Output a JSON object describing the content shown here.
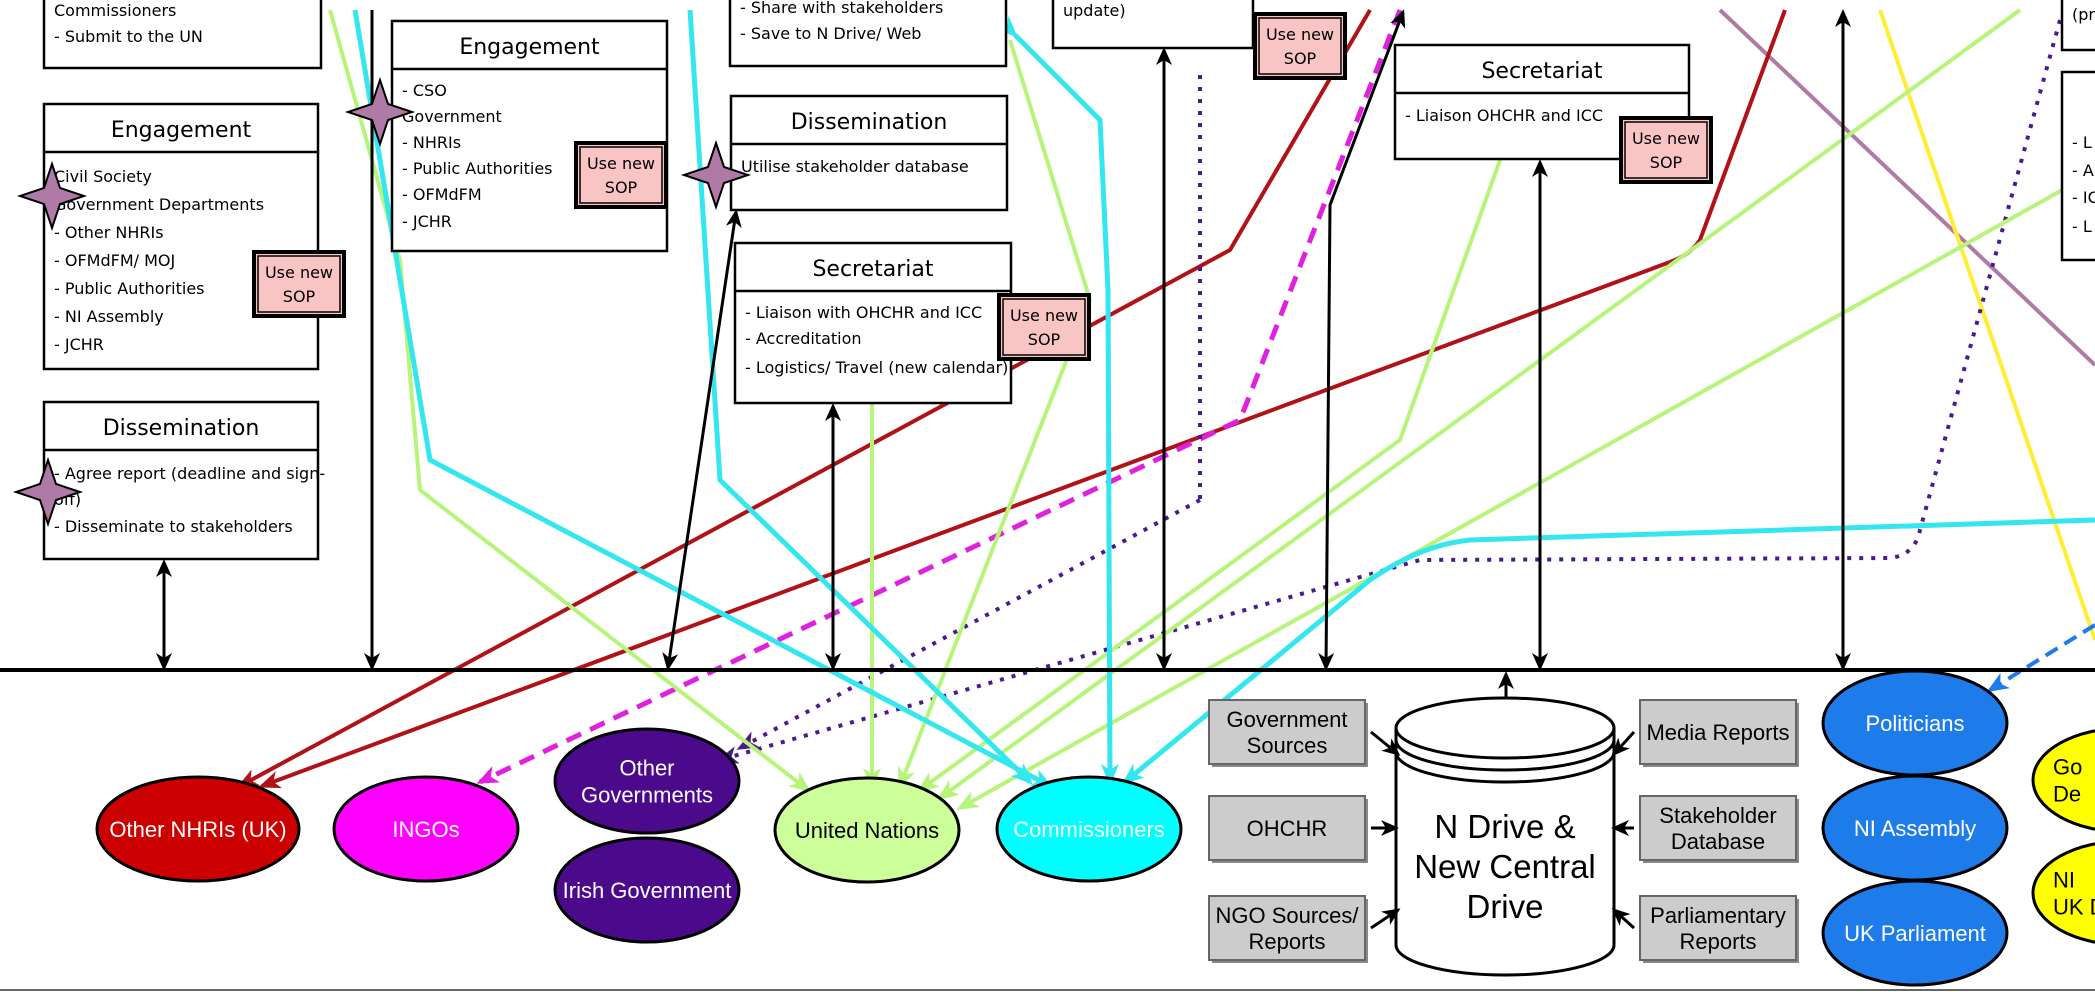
{
  "sop_label_line1": "Use new",
  "sop_label_line2": "SOP",
  "boxes": {
    "top_left_partial": {
      "items": [
        "Commissioners",
        "- Submit to the UN"
      ]
    },
    "engagement_left": {
      "title": "Engagement",
      "items": [
        "Civil Society",
        "Government Departments",
        "- Other NHRIs",
        "- OFMdFM/ MOJ",
        "- Public Authorities",
        "- NI Assembly",
        "- JCHR"
      ]
    },
    "dissemination_left": {
      "title": "Dissemination",
      "items": [
        "- Agree report (deadline and sign-",
        "off)",
        "- Disseminate to stakeholders"
      ]
    },
    "engagement_mid": {
      "title": "Engagement",
      "items": [
        "- CSO",
        "Government",
        "- NHRIs",
        "- Public Authorities",
        "- OFMdFM",
        "- JCHR"
      ]
    },
    "share_partial": {
      "items": [
        "- Share with stakeholders",
        "- Save to N Drive/ Web"
      ]
    },
    "dissemination_mid": {
      "title": "Dissemination",
      "items": [
        "Utilise stakeholder database"
      ]
    },
    "secretariat_mid": {
      "title": "Secretariat",
      "items": [
        "- Liaison with OHCHR and ICC",
        "- Accreditation",
        "- Logistics/ Travel (new calendar)"
      ]
    },
    "update_partial": {
      "items": [
        "update)"
      ]
    },
    "secretariat_right": {
      "title": "Secretariat",
      "items": [
        "- Liaison OHCHR and ICC"
      ]
    },
    "far_right_partial_top": {
      "items": [
        "(pr"
      ]
    },
    "far_right_partial": {
      "items": [
        "- L",
        "- A",
        "- IC",
        "- L"
      ]
    }
  },
  "stakeholders": [
    {
      "id": "other-nhris",
      "label": "Other NHRIs (UK)",
      "color": "#cc0000"
    },
    {
      "id": "ingos",
      "label": "INGOs",
      "color": "#ff00ff"
    },
    {
      "id": "other-governments",
      "label": [
        "Other",
        "Governments"
      ],
      "color": "#4b0a8c"
    },
    {
      "id": "irish-government",
      "label": "Irish Government",
      "color": "#4b0a8c"
    },
    {
      "id": "united-nations",
      "label": "United Nations",
      "color": "#ccff99"
    },
    {
      "id": "commissioners",
      "label": "Commissioners",
      "color": "#00ffff"
    },
    {
      "id": "politicians",
      "label": "Politicians",
      "color": "#1e7bea"
    },
    {
      "id": "ni-assembly",
      "label": "NI Assembly",
      "color": "#1e7bea"
    },
    {
      "id": "uk-parliament",
      "label": "UK Parliament",
      "color": "#1e7bea"
    },
    {
      "id": "gov-departments-partial",
      "label": [
        "Go",
        "De"
      ],
      "color": "#ffff00"
    },
    {
      "id": "ni-uk-partial",
      "label": [
        "NI",
        "UK D"
      ],
      "color": "#ffff00"
    }
  ],
  "database": {
    "label": [
      "N Drive &",
      "New Central",
      "Drive"
    ]
  },
  "sources": {
    "left": [
      {
        "id": "government-sources",
        "label": [
          "Government",
          "Sources"
        ]
      },
      {
        "id": "ohchr",
        "label": [
          "OHCHR"
        ]
      },
      {
        "id": "ngo-sources",
        "label": [
          "NGO Sources/",
          "Reports"
        ]
      }
    ],
    "right": [
      {
        "id": "media-reports",
        "label": [
          "Media Reports"
        ]
      },
      {
        "id": "stakeholder-database",
        "label": [
          "Stakeholder",
          "Database"
        ]
      },
      {
        "id": "parliamentary-reports",
        "label": [
          "Parliamentary",
          "Reports"
        ]
      }
    ]
  },
  "colors": {
    "red": "#b01217",
    "magenta": "#e020e0",
    "purple": "#4b1a8c",
    "lime": "#b6f57a",
    "cyan": "#33e6ef",
    "blue": "#1e7bea",
    "yellow": "#ffee33",
    "mauve": "#b07aa6",
    "sop_fill": "#f8c4c4",
    "star": "#b07aa6",
    "source_fill": "#cccccc"
  }
}
